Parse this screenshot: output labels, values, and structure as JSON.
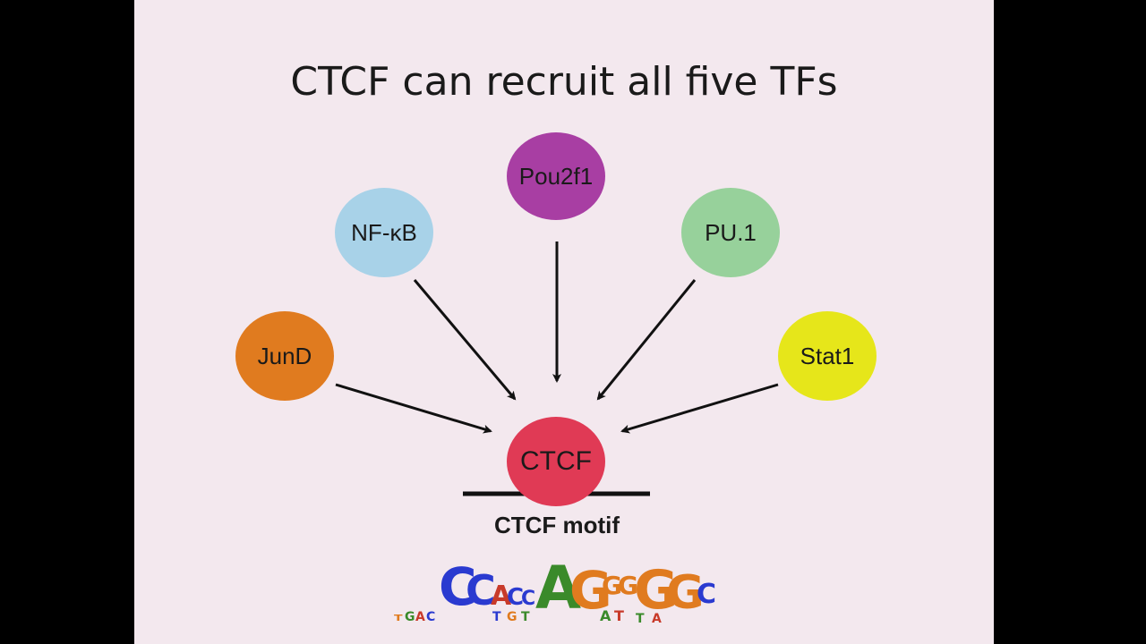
{
  "slide": {
    "title": "CTCF can recruit all five TFs",
    "background": "#f3e8ee"
  },
  "nodes": {
    "pou2f1": {
      "label": "Pou2f1",
      "color": "#a83ea3"
    },
    "nfkb": {
      "label": "NF-κB",
      "color": "#a8d2e8"
    },
    "pu1": {
      "label": "PU.1",
      "color": "#97d19b"
    },
    "jund": {
      "label": "JunD",
      "color": "#e07b1f"
    },
    "stat1": {
      "label": "Stat1",
      "color": "#e6e61a"
    },
    "ctcf": {
      "label": "CTCF",
      "color": "#e03a55"
    }
  },
  "motif": {
    "label": "CTCF motif",
    "sequence_logo_icon": "sequence-logo"
  }
}
